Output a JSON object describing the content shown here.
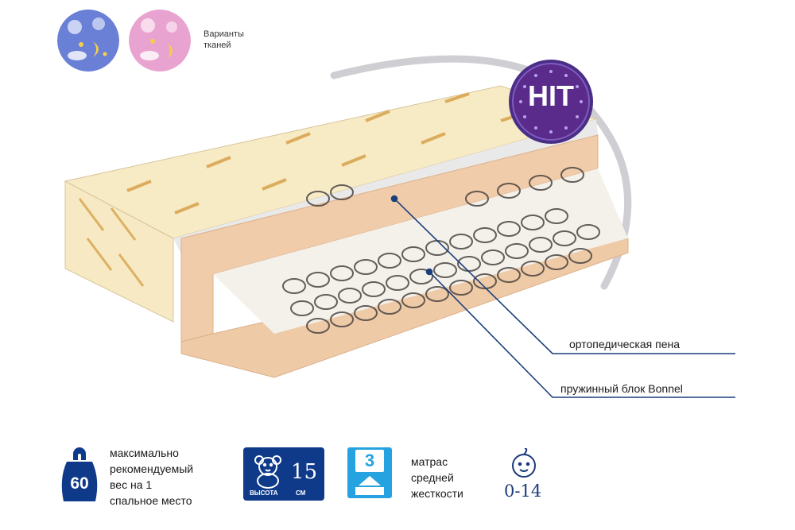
{
  "fabric": {
    "label": "Варианты тканей",
    "colors": {
      "blue": "#6a7fd6",
      "pink": "#e8a3d0"
    }
  },
  "badge": {
    "text": "HIT",
    "color": "#5b2b8c"
  },
  "callouts": [
    {
      "label": "ортопедическая пена"
    },
    {
      "label": "пружинный блок Bonnel"
    }
  ],
  "features": {
    "weight": {
      "value": "60",
      "text": [
        "максимально",
        "рекомендуемый",
        "вес на 1",
        "спальное место"
      ]
    },
    "height": {
      "value": "15",
      "label": "ВЫСОТА",
      "unit": "СМ"
    },
    "stiffness": {
      "value": "3",
      "text": [
        "матрас",
        "средней",
        "жесткости"
      ]
    },
    "age": {
      "value": "0-14"
    }
  },
  "colors": {
    "navy": "#0f3a8a",
    "sky": "#24a3e0",
    "line": "#1b3f7a"
  }
}
